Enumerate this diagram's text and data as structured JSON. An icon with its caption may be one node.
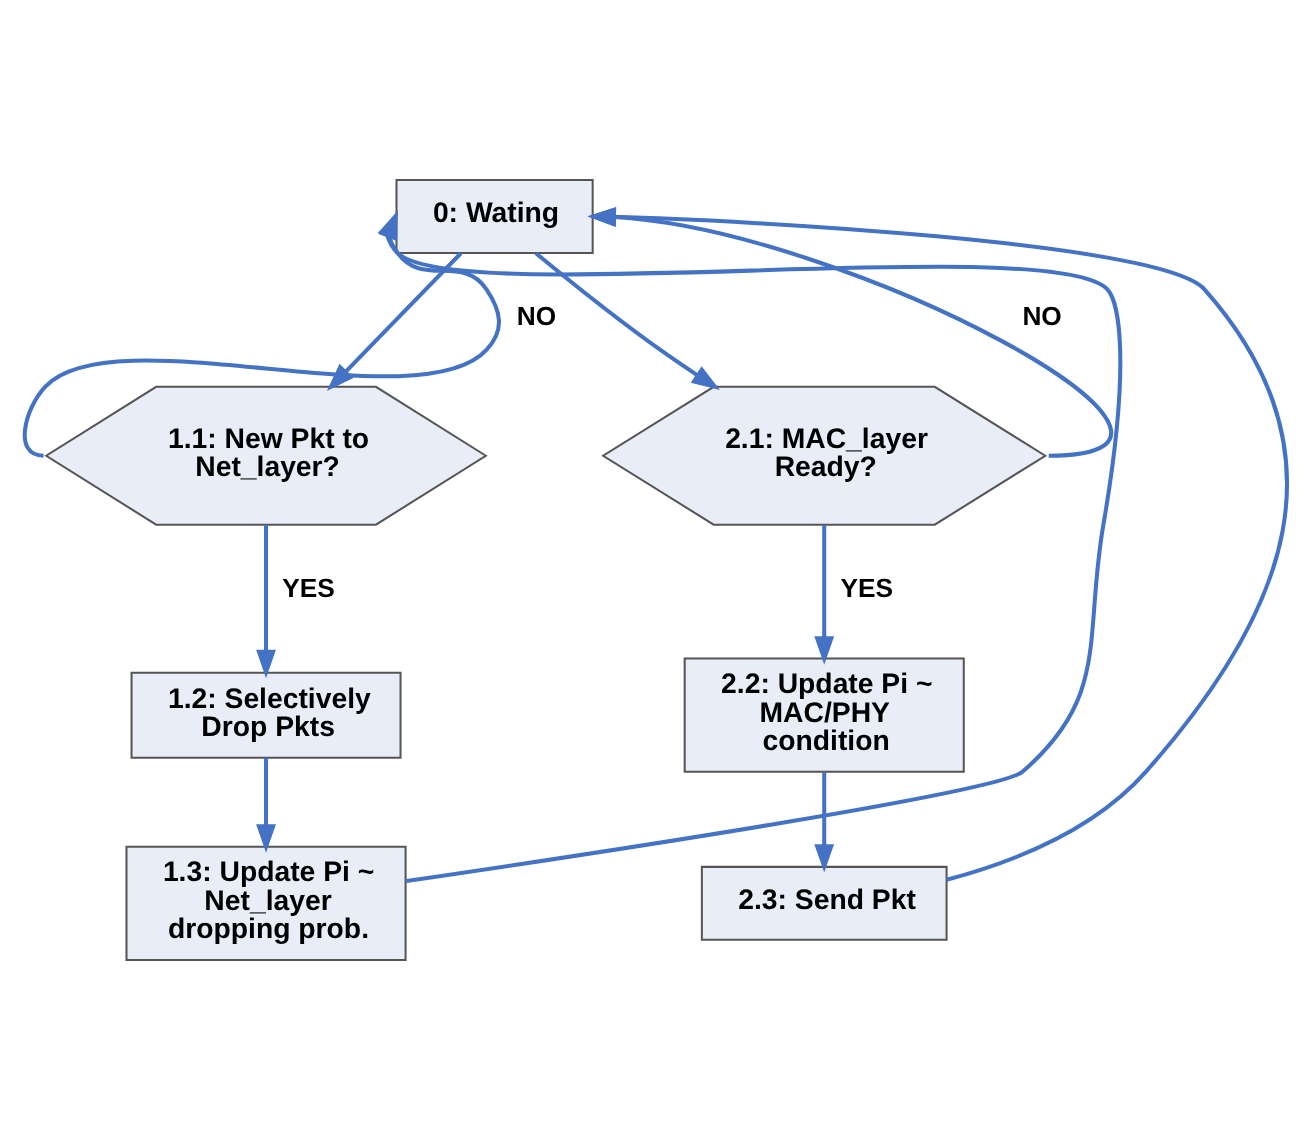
{
  "diagram": {
    "nodes": [
      {
        "text": [
          "0: Wating"
        ]
      },
      {
        "text": [
          "1.1: New Pkt to Net_layer?"
        ]
      },
      {
        "text": [
          "2.1: MAC_layer Ready?"
        ]
      },
      {
        "text": [
          "1.2: Selectively Drop Pkts"
        ]
      },
      {
        "text": [
          "1.3: Update Pi ~ Net_layer dropping prob."
        ]
      },
      {
        "text": [
          "2.2: Update Pi ~ MAC/PHY condition"
        ]
      },
      {
        "text": [
          "2.3: Send Pkt"
        ]
      }
    ],
    "edges": [
      {
        "from": 0,
        "to": 1,
        "arrow": "to"
      },
      {
        "from": 0,
        "to": 2,
        "arrow": "to"
      },
      {
        "from": 1,
        "to": 0,
        "arrow": "to",
        "label": "NO"
      },
      {
        "from": 2,
        "to": 0,
        "arrow": "to",
        "label": "NO"
      },
      {
        "from": 1,
        "to": 3,
        "arrow": "to",
        "label": "YES"
      },
      {
        "from": 3,
        "to": 4,
        "arrow": "to"
      },
      {
        "from": 4,
        "to": 0,
        "arrow": "to"
      },
      {
        "from": 2,
        "to": 5,
        "arrow": "to",
        "label": "YES"
      },
      {
        "from": 5,
        "to": 6,
        "arrow": "to"
      },
      {
        "from": 6,
        "to": 0,
        "arrow": "to"
      }
    ]
  }
}
